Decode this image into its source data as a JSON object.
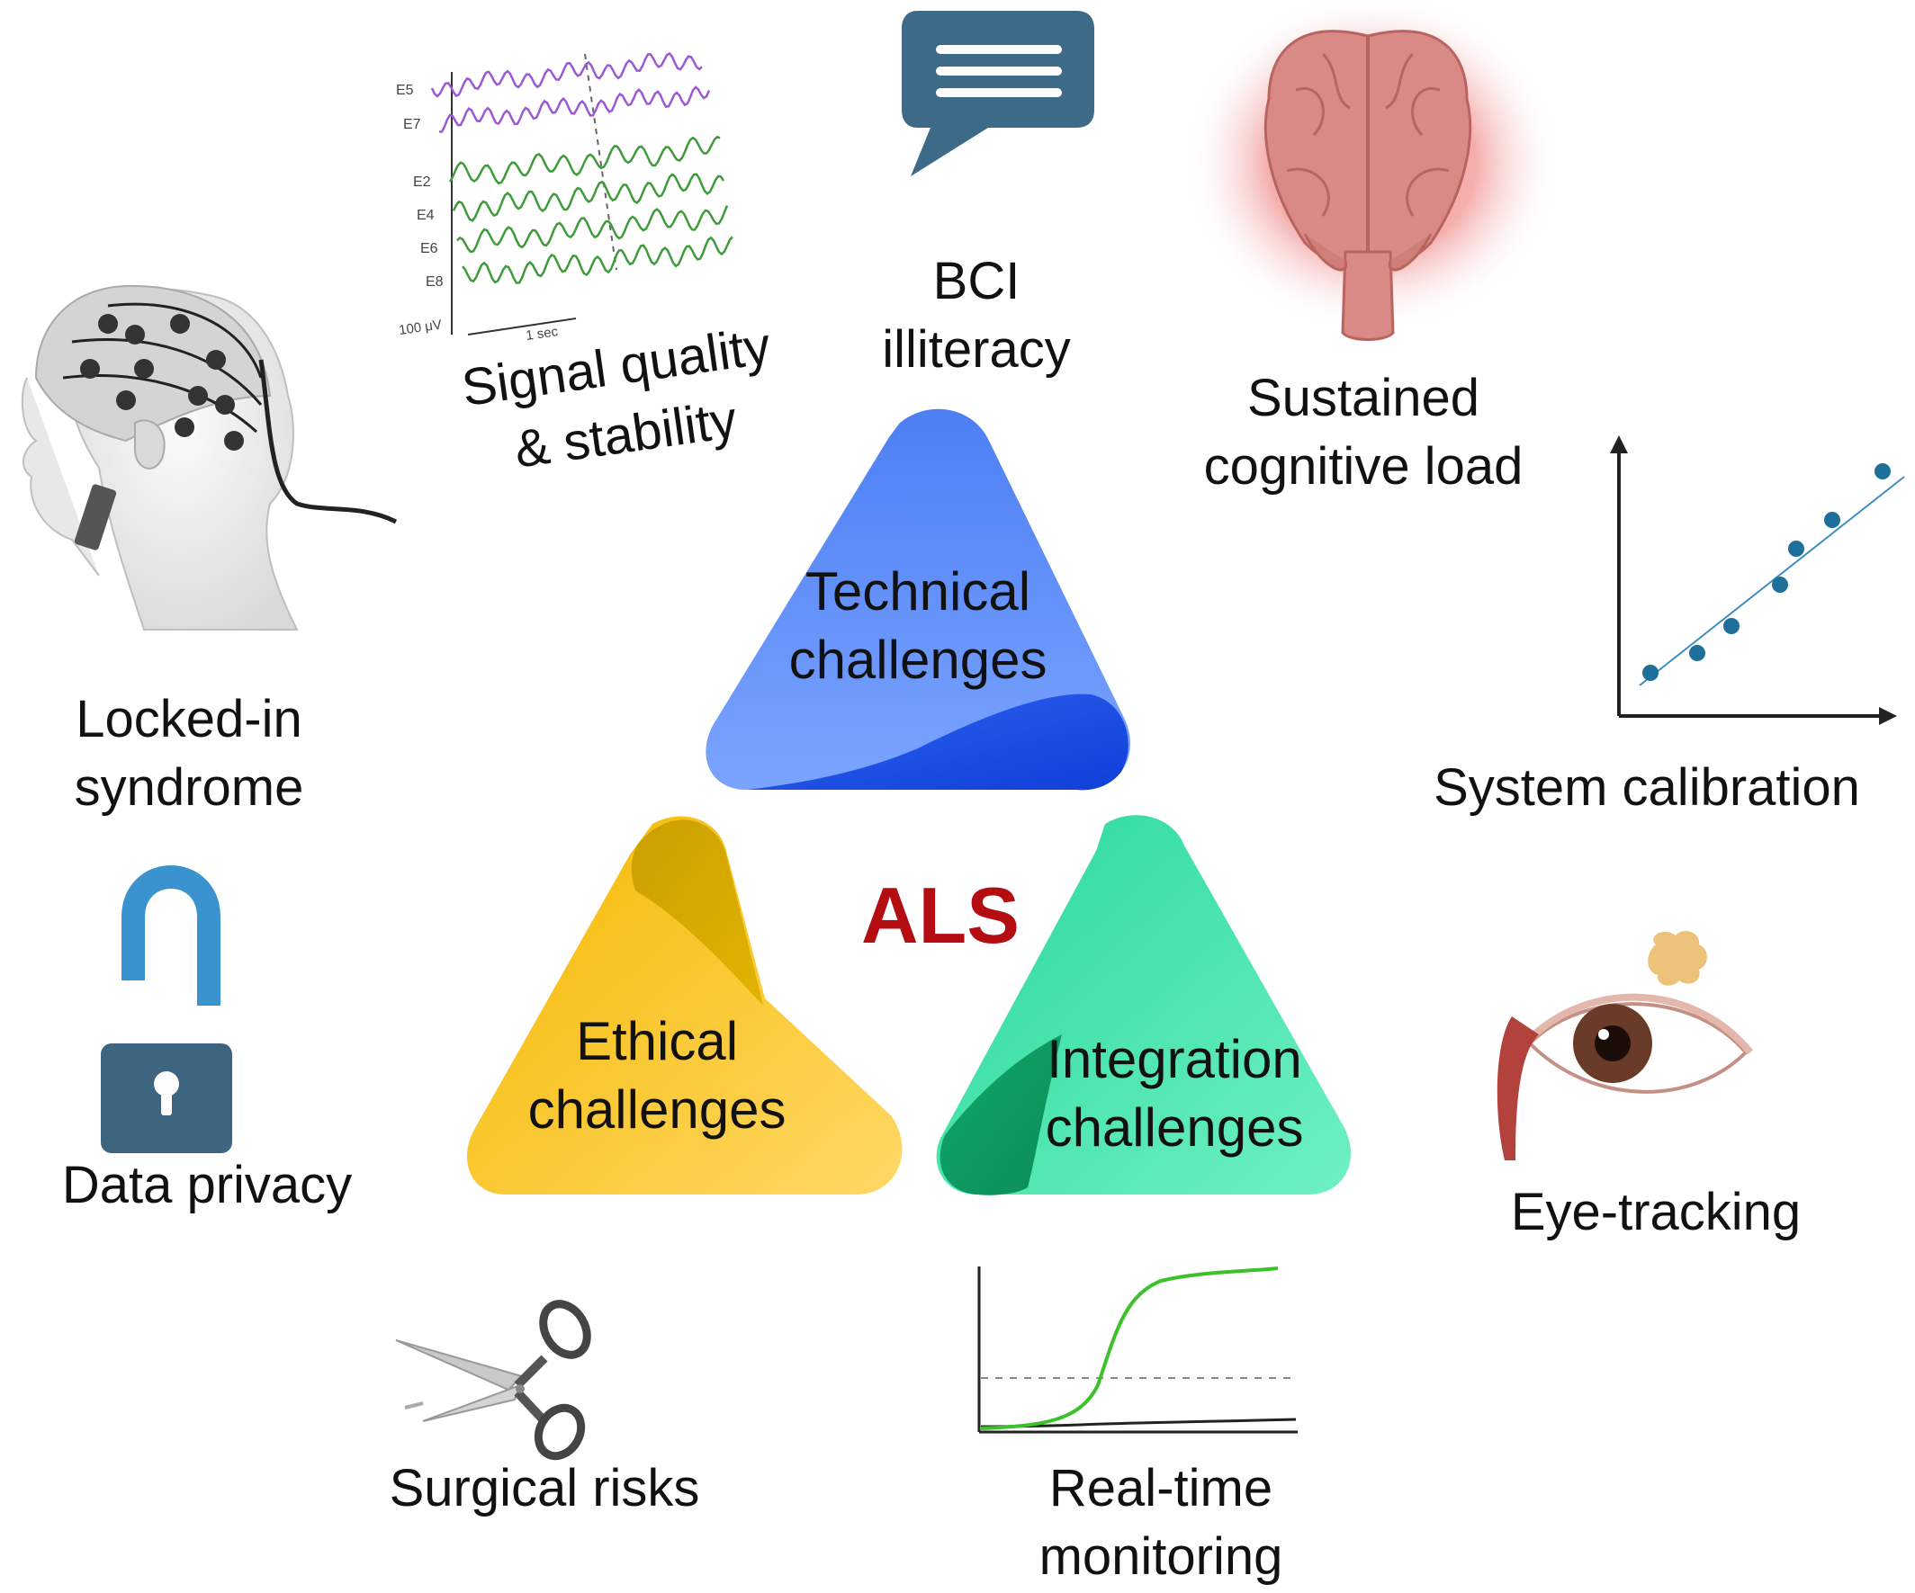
{
  "center": {
    "label": "ALS",
    "color": "#b30d12"
  },
  "categories": [
    {
      "id": "technical",
      "lines": [
        "Technical",
        "challenges"
      ],
      "color_light": "#6a96ff",
      "color_dark": "#1346e0"
    },
    {
      "id": "ethical",
      "lines": [
        "Ethical",
        "challenges"
      ],
      "color_light": "#ffd457",
      "color_dark": "#c99700"
    },
    {
      "id": "integration",
      "lines": [
        "Integration",
        "challenges"
      ],
      "color_light": "#5ae8b6",
      "color_dark": "#0f9e65"
    }
  ],
  "items": {
    "signal_quality": {
      "lines": [
        "Signal quality",
        "& stability"
      ]
    },
    "bci_illiteracy": {
      "lines": [
        "BCI",
        "illiteracy"
      ]
    },
    "cognitive_load": {
      "lines": [
        "Sustained",
        "cognitive load"
      ]
    },
    "locked_in": {
      "lines": [
        "Locked-in",
        "syndrome"
      ]
    },
    "calibration": {
      "lines": [
        "System calibration"
      ]
    },
    "data_privacy": {
      "lines": [
        "Data privacy"
      ]
    },
    "eye_tracking": {
      "lines": [
        "Eye-tracking"
      ]
    },
    "surgical_risks": {
      "lines": [
        "Surgical risks"
      ]
    },
    "real_time": {
      "lines": [
        "Real-time",
        "monitoring"
      ]
    }
  },
  "eeg": {
    "channels": [
      "E5",
      "E7",
      "E2",
      "E4",
      "E6",
      "E8"
    ],
    "scale_label": "100 μV",
    "time_label": "1 sec"
  },
  "icons": {
    "eeg_cap": "eeg-cap-head-icon",
    "speech": "speech-bubble-icon",
    "brain": "brain-icon",
    "lock": "open-padlock-icon",
    "eye": "eye-icon",
    "scissors": "scissors-icon"
  }
}
